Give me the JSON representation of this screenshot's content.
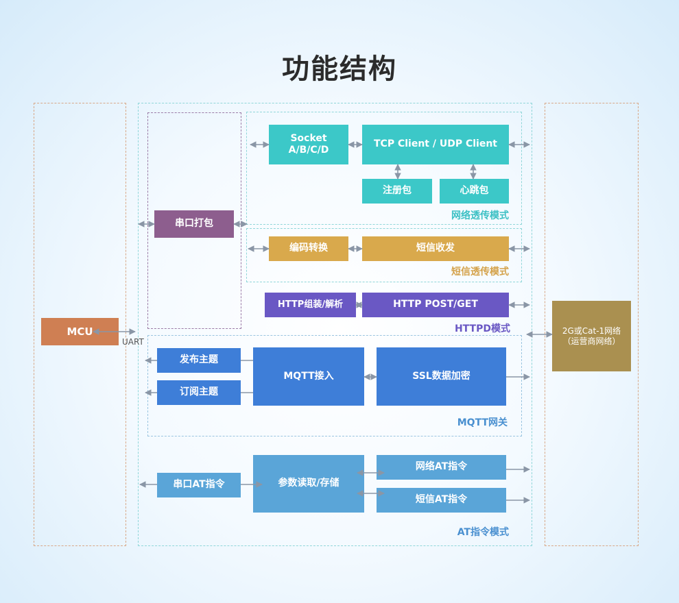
{
  "title": "功能结构",
  "nodes": {
    "mcu": "MCU",
    "uart": "UART",
    "serial_pack": "串口打包",
    "socket": "Socket\nA/B/C/D",
    "tcp_udp": "TCP Client / UDP Client",
    "register_pkg": "注册包",
    "heartbeat_pkg": "心跳包",
    "encode_convert": "编码转换",
    "sms_send_recv": "短信收发",
    "http_assemble": "HTTP组装/解析",
    "http_post_get": "HTTP POST/GET",
    "publish_topic": "发布主题",
    "subscribe_topic": "订阅主题",
    "mqtt_access": "MQTT接入",
    "ssl_encrypt": "SSL数据加密",
    "serial_at": "串口AT指令",
    "param_rw": "参数读取/存储",
    "network_at": "网络AT指令",
    "sms_at": "短信AT指令",
    "network": "2G或Cat-1网络\n（运营商网络）"
  },
  "modes": {
    "network_transparent": "网络透传模式",
    "sms_transparent": "短信透传模式",
    "httpd": "HTTPD模式",
    "mqtt_gateway": "MQTT网关",
    "at_command": "AT指令模式"
  },
  "colors": {
    "teal": "#3cc8c8",
    "gold": "#d9a94c",
    "violet": "#6a58c4",
    "blue": "#3e7ed8",
    "light_blue": "#5aa5d8",
    "plum": "#8d5e8e",
    "copper": "#cf7f53",
    "olive": "#aa9050",
    "arrow": "#8a96a6"
  }
}
